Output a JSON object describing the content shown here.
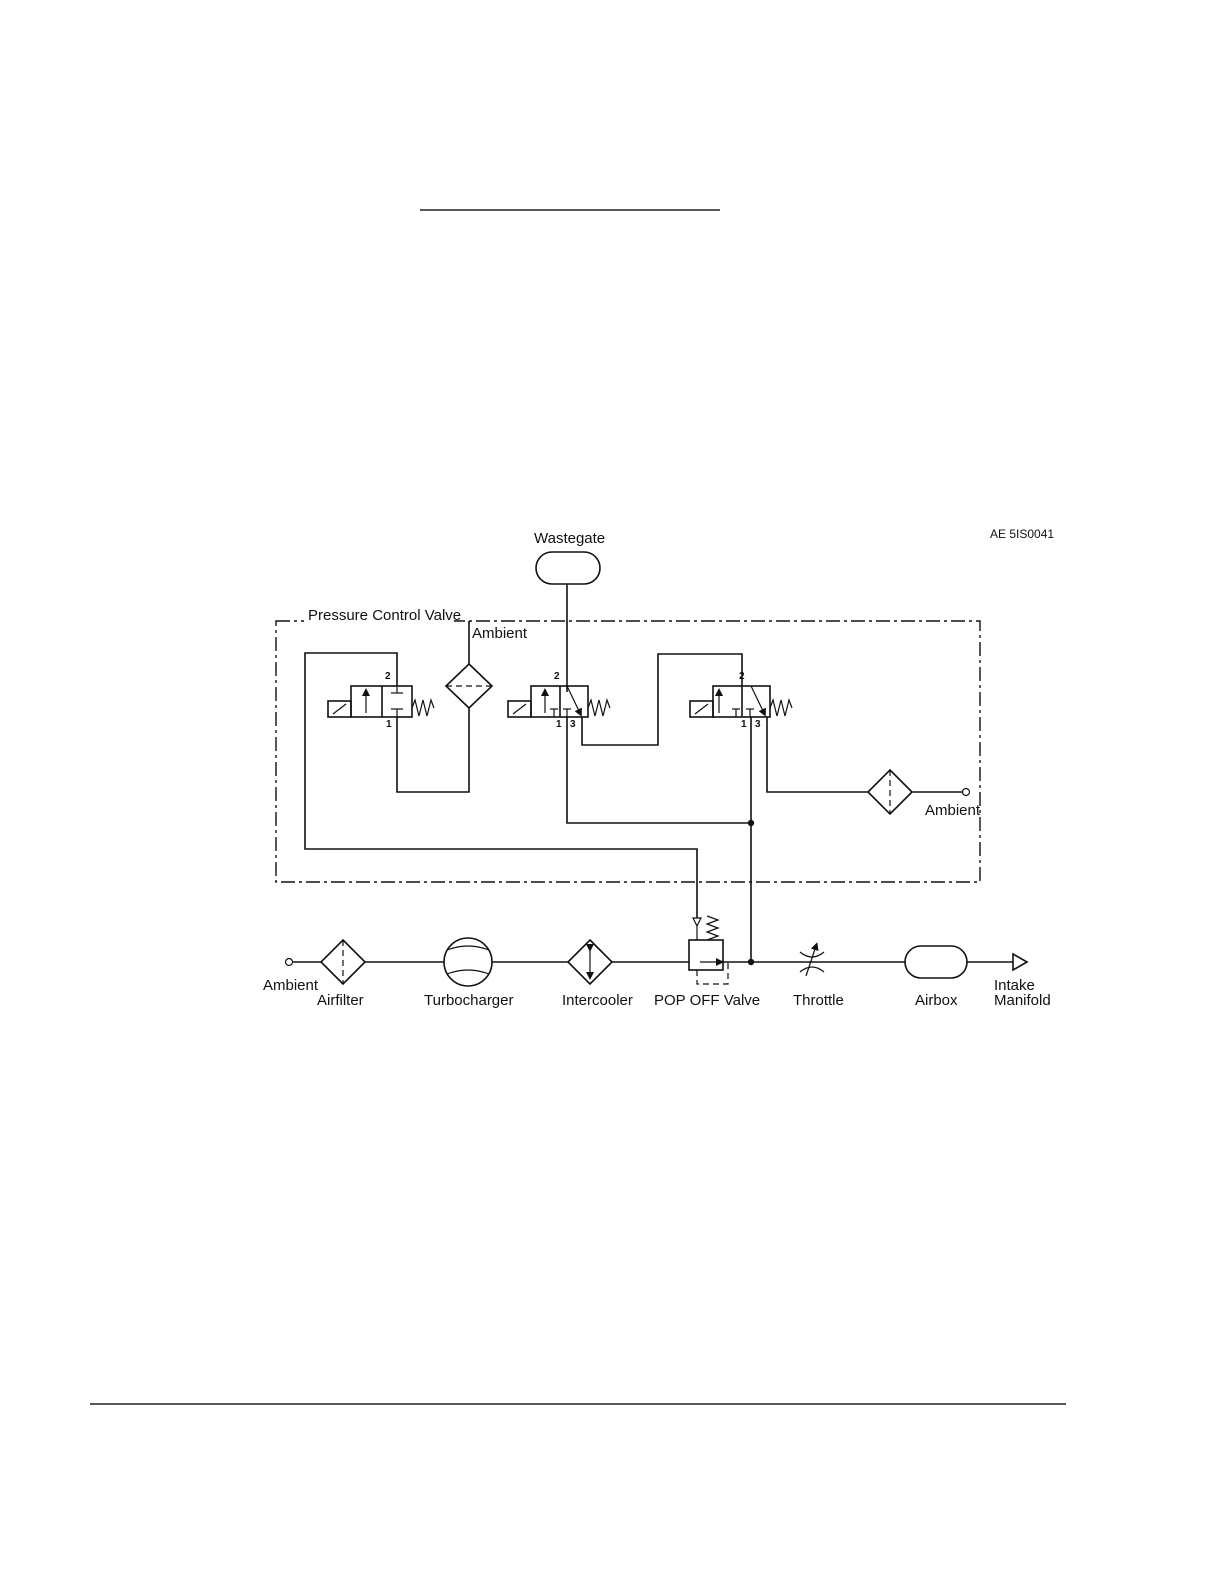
{
  "figure_code": "AE 5IS0041",
  "labels": {
    "wastegate": "Wastegate",
    "pressure_control_valve": "Pressure Control Valve",
    "ambient_top": "Ambient",
    "ambient_right": "Ambient",
    "ambient_left": "Ambient",
    "airfilter": "Airfilter",
    "turbocharger": "Turbocharger",
    "intercooler": "Intercooler",
    "pop_off_valve": "POP OFF Valve",
    "throttle": "Throttle",
    "airbox": "Airbox",
    "intake_line1": "Intake",
    "intake_line2": "Manifold"
  },
  "ports": {
    "v1_port2": "2",
    "v1_port1": "1",
    "v2_port2": "2",
    "v2_port1": "1",
    "v2_port3": "3",
    "v3_port2": "2",
    "v3_port1": "1",
    "v3_port3": "3"
  }
}
